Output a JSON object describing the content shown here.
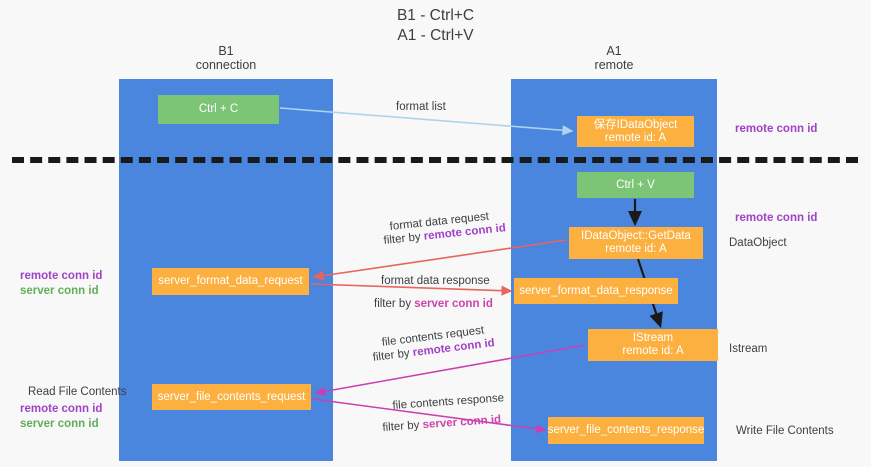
{
  "title": {
    "line1": "B1 - Ctrl+C",
    "line2": "A1 - Ctrl+V"
  },
  "lanes": {
    "left": {
      "name": "B1",
      "role": "connection"
    },
    "right": {
      "name": "A1",
      "role": "remote"
    }
  },
  "nodes": {
    "ctrl_c": {
      "label": "Ctrl + C",
      "sub": ""
    },
    "save_idataobject": {
      "label": "保存IDataObject",
      "sub": "remote id: A"
    },
    "ctrl_v": {
      "label": "Ctrl + V",
      "sub": ""
    },
    "getdata": {
      "label": "IDataObject::GetData",
      "sub": "remote id: A"
    },
    "server_format_data_request": {
      "label": "server_format_data_request"
    },
    "server_format_data_response": {
      "label": "server_format_data_response"
    },
    "istream": {
      "label": "IStream",
      "sub": "remote id: A"
    },
    "server_file_contents_request": {
      "label": "server_file_contents_request"
    },
    "server_file_contents_response": {
      "label": "server_file_contents_response"
    }
  },
  "captions": {
    "format_list": "format list",
    "format_data_request": "format data request",
    "format_data_request_filter_prefix": "filter by ",
    "format_data_request_filter_key": "remote conn id",
    "format_data_response": "format data response",
    "format_data_response_filter_prefix": "filter by ",
    "format_data_response_filter_key": "server conn id",
    "file_contents_request": "file contents request",
    "file_contents_request_filter_prefix": "filter by ",
    "file_contents_request_filter_key": "remote conn id",
    "file_contents_response": "file contents response",
    "file_contents_response_filter_prefix": "filter by ",
    "file_contents_response_filter_key": "server conn id"
  },
  "annotations": {
    "right_remote_conn_id_top": "remote conn id",
    "right_remote_conn_id_mid": "remote conn id",
    "right_dataobject": "DataObject",
    "right_istream": "Istream",
    "right_write_file_contents": "Write File Contents",
    "left_remote_conn_id": "remote conn id",
    "left_server_conn_id": "server conn id",
    "left_read_file_contents": "Read File Contents",
    "left_remote_conn_id_2": "remote conn id",
    "left_server_conn_id_2": "server conn id"
  },
  "colors": {
    "lane_blue": "#4a86dd",
    "node_green": "#7cc576",
    "node_orange": "#fbb040",
    "key_purple": "#a142c6",
    "key_magenta": "#cc44aa",
    "key_green": "#5fae5a",
    "arrow_light_blue": "#aed3ef",
    "arrow_red": "#e8655f",
    "arrow_magenta": "#c940b4",
    "arrow_black": "#1a1a1a",
    "divider_black": "#1a1a1a",
    "background": "#f8f8f8"
  }
}
